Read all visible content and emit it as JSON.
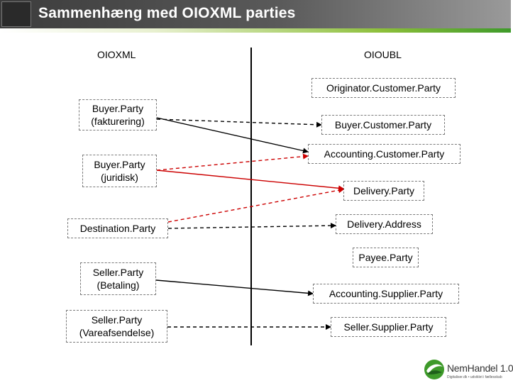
{
  "title": "Sammenhæng med OIOXML parties",
  "columns": {
    "left": "OIOXML",
    "right": "OIOUBL"
  },
  "left_boxes": {
    "buyer_invoicing": "Buyer.Party\n(fakturering)",
    "buyer_legal": "Buyer.Party\n(juridisk)",
    "destination": "Destination.Party",
    "seller_payment": "Seller.Party\n(Betaling)",
    "seller_shipping": "Seller.Party\n(Vareafsendelse)"
  },
  "right_boxes": {
    "originator": "Originator.Customer.Party",
    "buyer_customer": "Buyer.Customer.Party",
    "accounting_customer": "Accounting.Customer.Party",
    "delivery_party": "Delivery.Party",
    "delivery_address": "Delivery.Address",
    "payee": "Payee.Party",
    "accounting_supplier": "Accounting.Supplier.Party",
    "seller_supplier": "Seller.Supplier.Party"
  },
  "connections": [
    {
      "from": "buyer_invoicing",
      "to": "accounting_customer",
      "style": "solid",
      "color": "#000000"
    },
    {
      "from": "buyer_invoicing",
      "to": "buyer_customer",
      "style": "dashed",
      "color": "#000000"
    },
    {
      "from": "buyer_legal",
      "to": "delivery_party",
      "style": "solid",
      "color": "#cc0000"
    },
    {
      "from": "buyer_legal",
      "to": "accounting_customer",
      "style": "dashed",
      "color": "#cc0000"
    },
    {
      "from": "destination",
      "to": "delivery_party",
      "style": "dashed",
      "color": "#cc0000"
    },
    {
      "from": "destination",
      "to": "delivery_address",
      "style": "dashed",
      "color": "#000000"
    },
    {
      "from": "seller_payment",
      "to": "accounting_supplier",
      "style": "solid",
      "color": "#000000"
    },
    {
      "from": "seller_shipping",
      "to": "seller_supplier",
      "style": "dashed",
      "color": "#000000"
    }
  ],
  "logo": {
    "name": "NemHandel",
    "version": "1.0",
    "tagline": "Digitaliser.dk • udviklet i fællesskab"
  },
  "colors": {
    "header": "#4a4a4a",
    "accent_green": "#3e9a2a",
    "red_link": "#cc0000"
  }
}
